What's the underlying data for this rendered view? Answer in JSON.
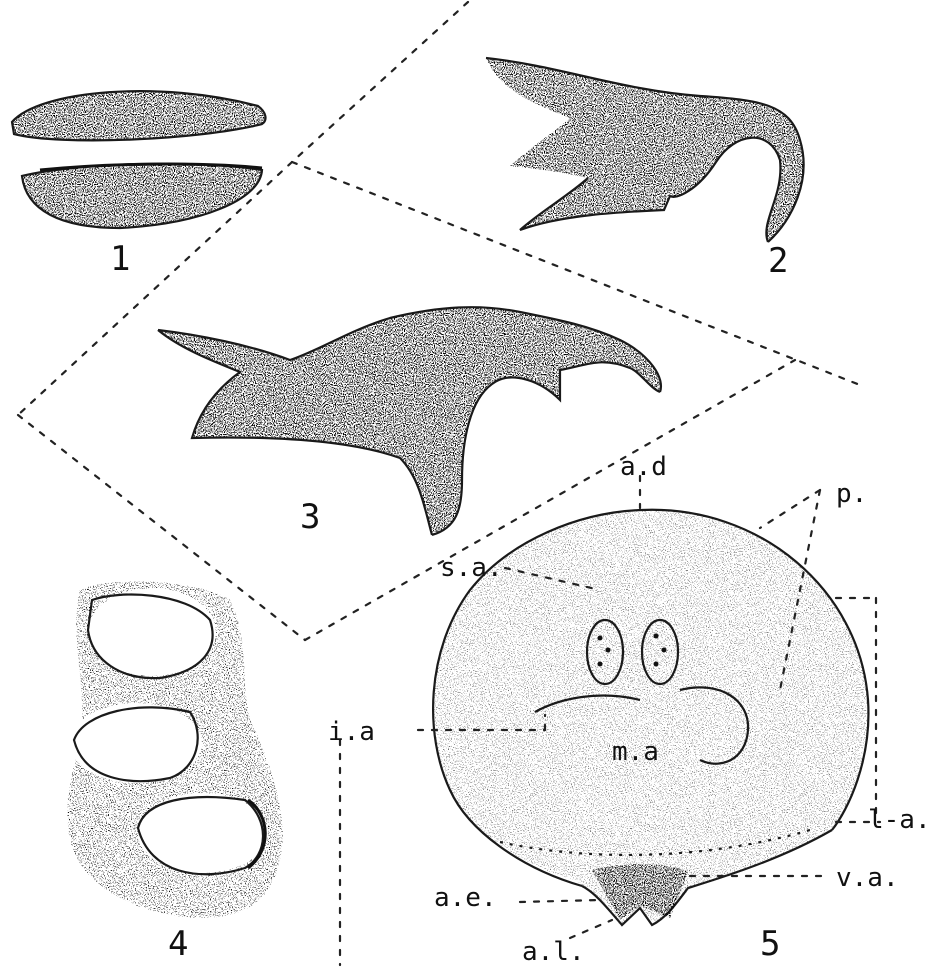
{
  "figures": [
    {
      "id": "fig1",
      "number": "1"
    },
    {
      "id": "fig2",
      "number": "2"
    },
    {
      "id": "fig3",
      "number": "3"
    },
    {
      "id": "fig4",
      "number": "4"
    },
    {
      "id": "fig5",
      "number": "5"
    }
  ],
  "labels": {
    "ad": "a.d",
    "p": "p.",
    "sa": "s.a.",
    "ia": "i.a",
    "ma": "m.a",
    "la": "l-a.",
    "va": "v.a.",
    "ae": "a.e.",
    "al": "a.l."
  }
}
